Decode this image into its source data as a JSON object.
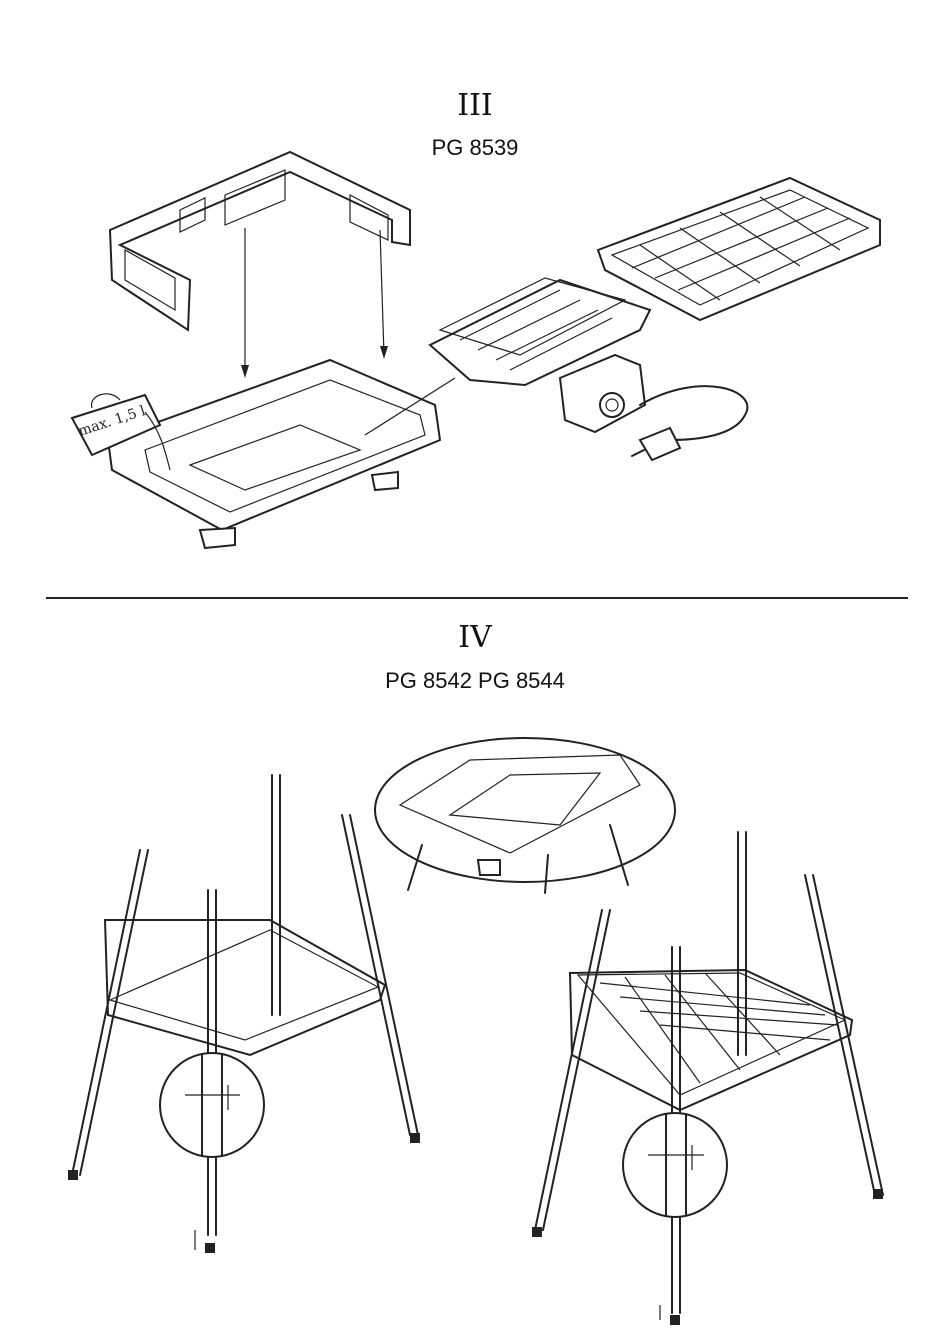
{
  "section3": {
    "numeral": "III",
    "models": "PG 8539",
    "jug_label": "max. 1,5 l"
  },
  "section4": {
    "numeral": "IV",
    "models": "PG 8542 PG 8544"
  }
}
